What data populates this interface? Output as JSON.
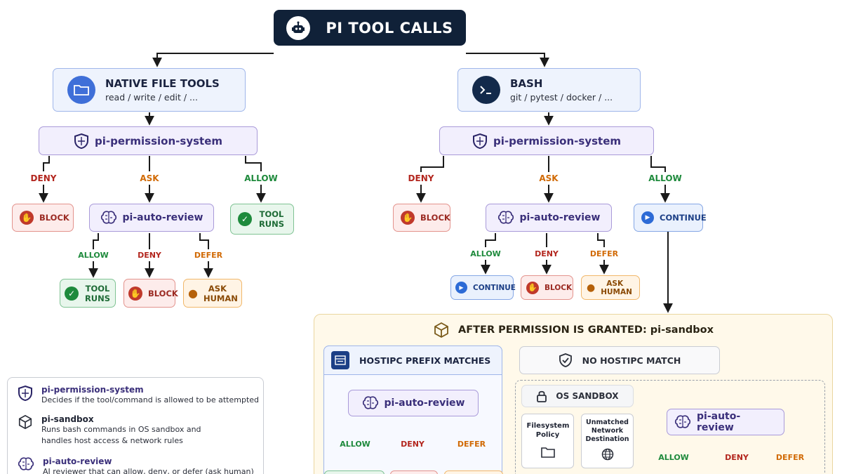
{
  "title": "PI TOOL CALLS",
  "native": {
    "title": "NATIVE FILE TOOLS",
    "subtitle": "read / write / edit / ..."
  },
  "bash": {
    "title": "BASH",
    "subtitle": "git / pytest / docker / ..."
  },
  "perm_label": "pi-permission-system",
  "review_label": "pi-auto-review",
  "labels": {
    "deny": "DENY",
    "ask": "ASK",
    "allow": "ALLOW",
    "defer": "DEFER"
  },
  "outcomes": {
    "block": "BLOCK",
    "tool_runs": "TOOL RUNS",
    "ask_human": "ASK HUMAN",
    "continue": "CONTINUE"
  },
  "sandbox": {
    "title": "AFTER PERMISSION IS GRANTED: pi-sandbox",
    "hostipc": "HOSTIPC PREFIX MATCHES",
    "no_hostipc": "NO HOSTIPC MATCH",
    "os_sandbox": "OS SANDBOX",
    "fs_policy": "Filesystem Policy",
    "unmatched": "Unmatched Network Destination"
  },
  "legend": [
    {
      "title": "pi-permission-system",
      "desc": "Decides if the tool/command is allowed to be attempted",
      "icon": "shield-icon"
    },
    {
      "title": "pi-sandbox",
      "desc": "Runs bash commands in OS sandbox and handles host access & network rules",
      "icon": "box-icon"
    },
    {
      "title": "pi-auto-review",
      "desc": "AI reviewer that can allow, deny, or defer (ask human)",
      "icon": "brain-icon"
    }
  ],
  "colors": {
    "title_bg": "#102138",
    "deny": "#b3261e",
    "ask": "#d16a05",
    "allow": "#1e8a3c",
    "defer": "#d16a05"
  }
}
